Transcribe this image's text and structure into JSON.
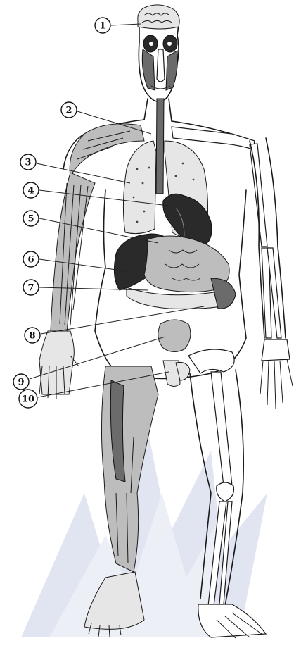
{
  "callouts": [
    {
      "id": 1,
      "label": "1"
    },
    {
      "id": 2,
      "label": "2"
    },
    {
      "id": 3,
      "label": "3"
    },
    {
      "id": 4,
      "label": "4"
    },
    {
      "id": 5,
      "label": "5"
    },
    {
      "id": 6,
      "label": "6"
    },
    {
      "id": 7,
      "label": "7"
    },
    {
      "id": 8,
      "label": "8"
    },
    {
      "id": 9,
      "label": "9"
    },
    {
      "id": 10,
      "label": "10"
    }
  ],
  "colors": {
    "ink": "#1a1a1a",
    "watermark": "#c9d0e6",
    "background": "#ffffff"
  }
}
